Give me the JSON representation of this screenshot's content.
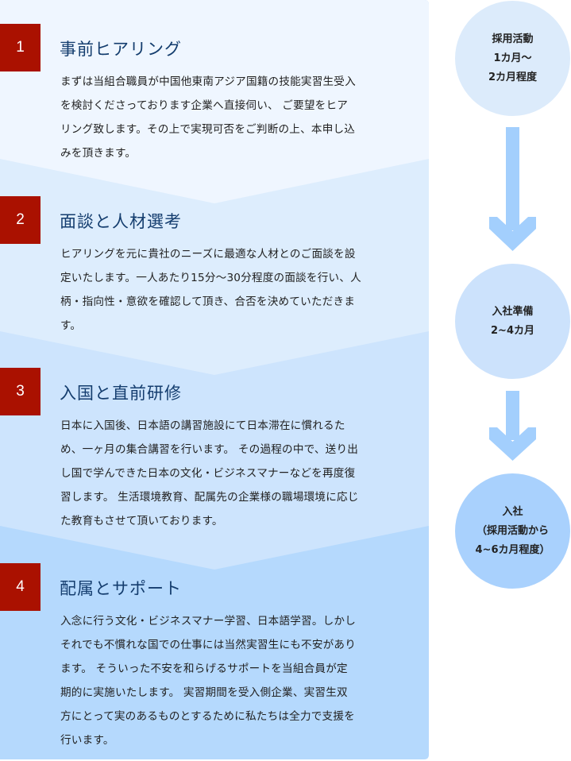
{
  "colors": {
    "badge": "#aa1100",
    "title": "#143d6e",
    "body_text": "#222222",
    "panel_1": "#eff6ff",
    "panel_2": "#ddedfd",
    "panel_3": "#cde4fd",
    "panel_4": "#b5d9fd",
    "circle_1": "#dcebfb",
    "circle_2": "#cce2fc",
    "circle_3": "#a9d1fd",
    "arrow": "#a3cffd"
  },
  "steps": [
    {
      "number": "1",
      "title": "事前ヒアリング",
      "body_lines": [
        "まずは当組合職員が中国他東南アジア国籍の技能実習生受入",
        "を検討くださっております企業へ直接伺い、 ご要望をヒア",
        "リング致します。その上で実現可否をご判断の上、本申し込",
        "みを頂きます。"
      ]
    },
    {
      "number": "2",
      "title": "面談と人材選考",
      "body_lines": [
        "ヒアリングを元に貴社のニーズに最適な人材とのご面談を設",
        "定いたします。一人あたり15分〜30分程度の面談を行い、人",
        "柄・指向性・意欲を確認して頂き、合否を決めていただきま",
        "す。"
      ]
    },
    {
      "number": "3",
      "title": "入国と直前研修",
      "body_lines": [
        "日本に入国後、日本語の講習施設にて日本滞在に慣れるた",
        "め、一ヶ月の集合講習を行います。 その過程の中で、送り出",
        "し国で学んできた日本の文化・ビジネスマナーなどを再度復",
        "習します。 生活環境教育、配属先の企業様の職場環境に応じ",
        "た教育もさせて頂いております。"
      ]
    },
    {
      "number": "4",
      "title": "配属とサポート",
      "body_lines": [
        "入念に行う文化・ビジネスマナー学習、日本語学習。しかし",
        "それでも不慣れな国での仕事には当然実習生にも不安があり",
        "ます。 そういった不安を和らげるサポートを当組合員が定",
        "期的に実施いたします。 実習期間を受入側企業、実習生双",
        "方にとって実のあるものとするために私たちは全力で支援を",
        "行います。"
      ]
    }
  ],
  "timeline": [
    {
      "lines": [
        "採用活動",
        "1カ月〜",
        "2カ月程度"
      ]
    },
    {
      "lines": [
        "入社準備",
        "2~4カ月"
      ]
    },
    {
      "lines": [
        "入社",
        "（採用活動から",
        "4~6カ月程度）"
      ]
    }
  ],
  "icons": {
    "arrow_1": "arrow-down-icon",
    "arrow_2": "arrow-down-icon"
  }
}
